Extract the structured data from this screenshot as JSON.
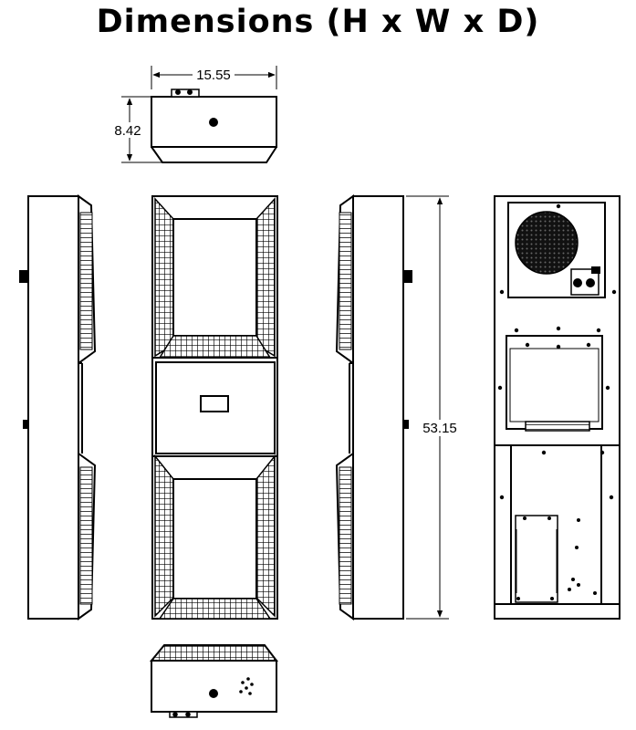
{
  "title": "Dimensions (H x W x D)",
  "dimensions": {
    "width": "15.55",
    "depth": "8.42",
    "height": "53.15"
  },
  "colors": {
    "line": "#000000",
    "background": "#ffffff"
  }
}
